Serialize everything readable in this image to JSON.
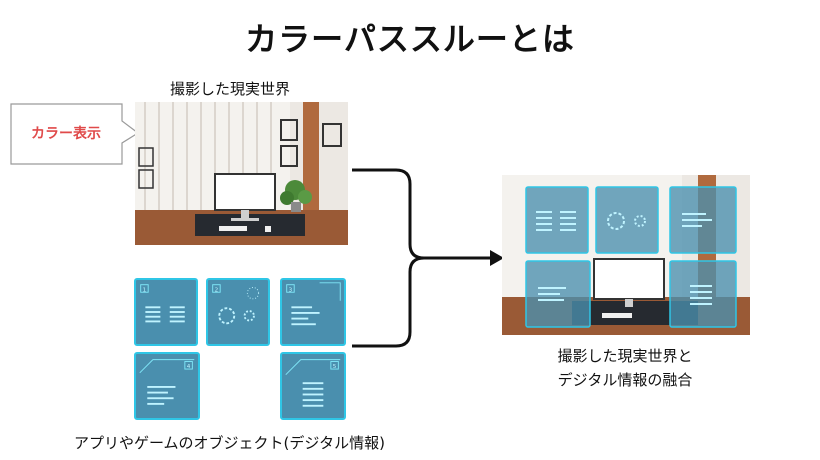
{
  "title": "カラーパススルーとは",
  "captions": {
    "real_world": "撮影した現実世界",
    "digital": "アプリやゲームのオブジェクト(デジタル情報)",
    "fusion_line1": "撮影した現実世界と",
    "fusion_line2": "デジタル情報の融合"
  },
  "callout": {
    "label": "カラー表示"
  },
  "panels": [
    "1",
    "2",
    "3",
    "4",
    "5"
  ],
  "colors": {
    "panel_fill": "#4a8fae",
    "panel_border": "#2fc6e6",
    "callout_text": "#e04a4a"
  }
}
